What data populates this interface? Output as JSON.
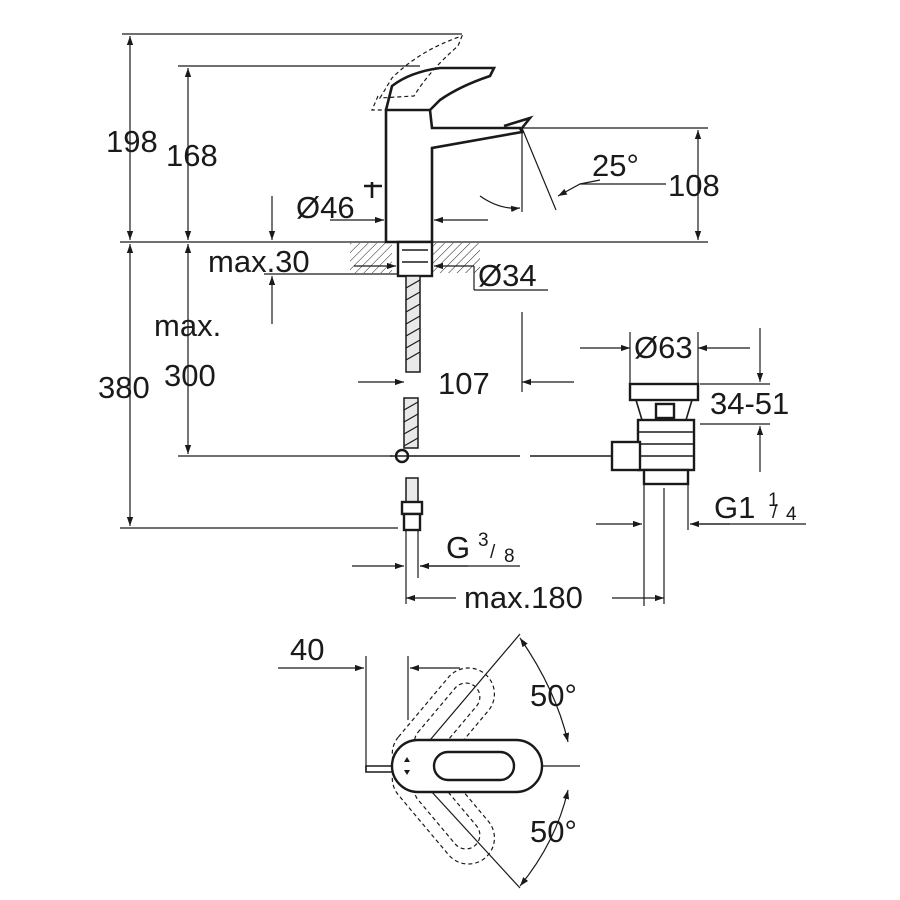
{
  "drawing": {
    "dimensions": {
      "total_height": "198",
      "spout_height": "168",
      "spout_projection_height": "108",
      "spout_angle": "25°",
      "base_diameter": "Ø46",
      "deck_thickness": "max.30",
      "hole_diameter": "Ø34",
      "hose_length_prefix": "max.",
      "hose_length": "300",
      "below_deck_height": "380",
      "offset": "107",
      "waste_diameter": "Ø63",
      "waste_range": "34-51",
      "waste_thread_main": "G1",
      "waste_thread_num": "1",
      "waste_thread_den": "4",
      "supply_thread_main": "G",
      "supply_thread_num": "3",
      "supply_thread_den": "8",
      "rod_length": "max.180",
      "lever_offset": "40",
      "swivel_left": "50°",
      "swivel_right": "50°"
    }
  }
}
